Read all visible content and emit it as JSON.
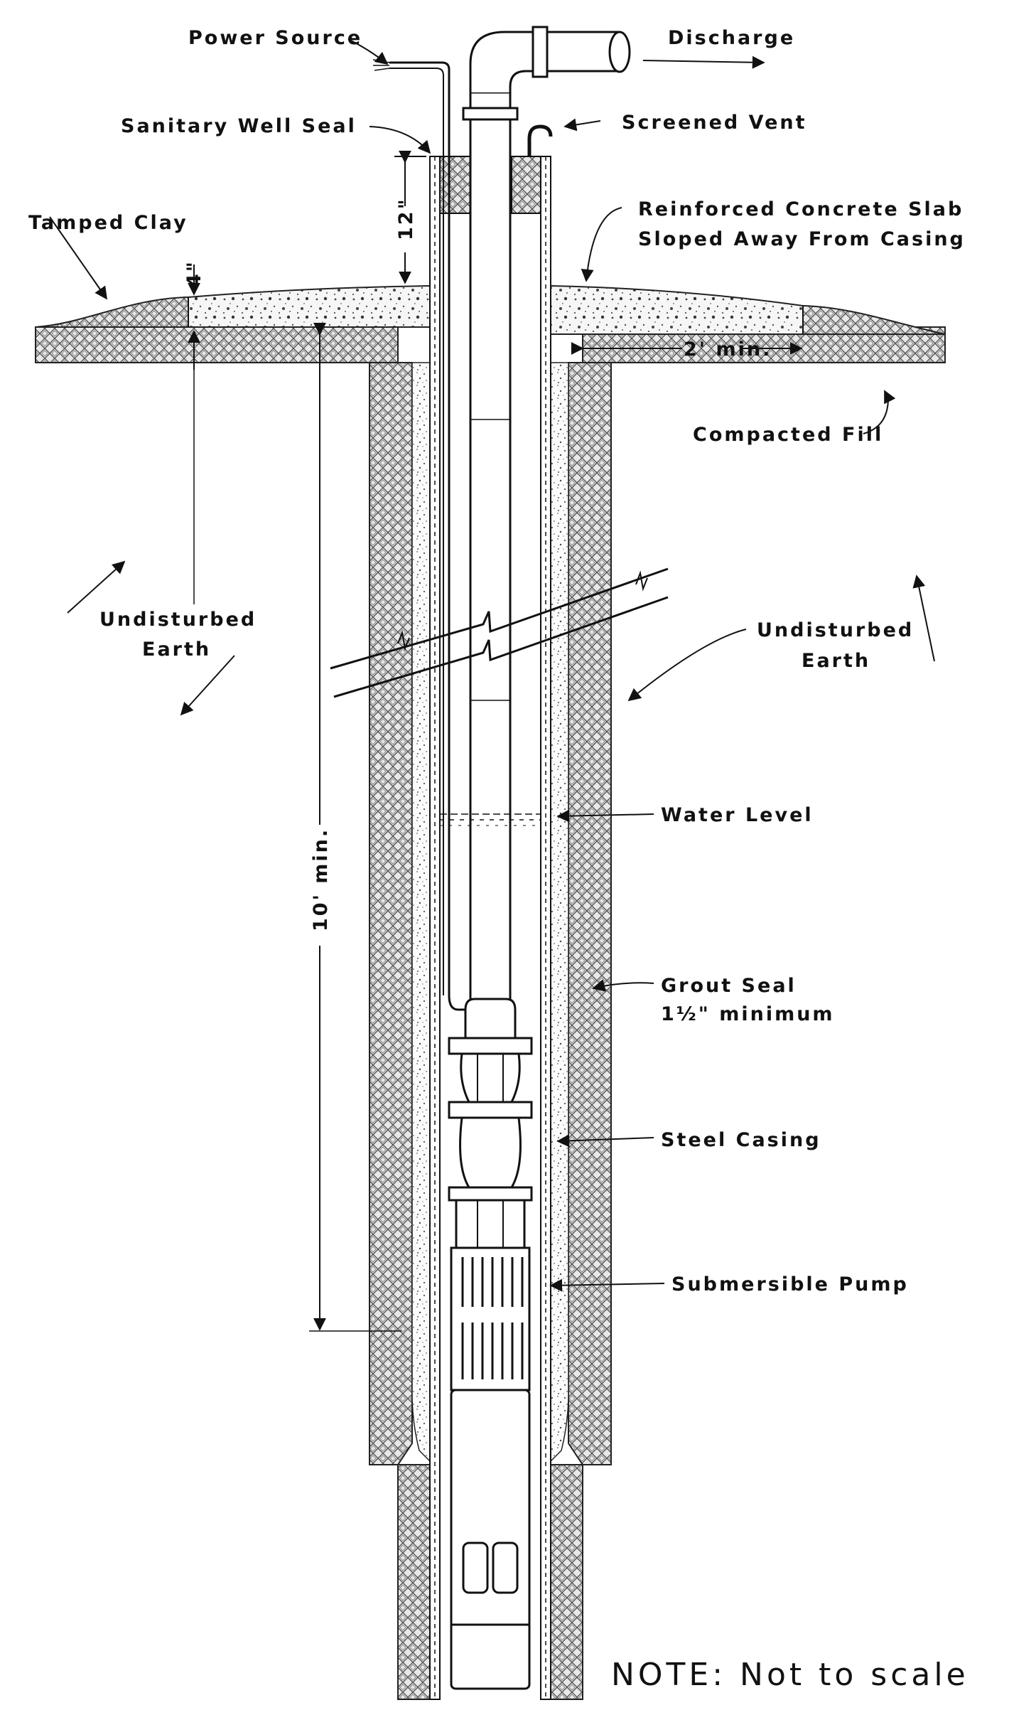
{
  "labels": {
    "power_source": "Power Source",
    "discharge": "Discharge",
    "sanitary_well_seal": "Sanitary Well Seal",
    "screened_vent": "Screened Vent",
    "tamped_clay": "Tamped Clay",
    "slab_line1": "Reinforced Concrete Slab",
    "slab_line2": "Sloped Away From Casing",
    "dim_12in": "12\"",
    "dim_4in": "4\"",
    "dim_2ft": "2' min.",
    "compacted_fill": "Compacted Fill",
    "undisturbed_left_1": "Undisturbed",
    "undisturbed_left_2": "Earth",
    "undisturbed_right_1": "Undisturbed",
    "undisturbed_right_2": "Earth",
    "dim_10ft": "10' min.",
    "water_level": "Water Level",
    "grout_line1": "Grout Seal",
    "grout_line2": "1½\" minimum",
    "steel_casing": "Steel Casing",
    "submersible_pump": "Submersible Pump",
    "note": "NOTE: Not to scale"
  },
  "colors": {
    "ink": "#111111",
    "paper": "#ffffff",
    "concrete": "#f2f2f2",
    "earth": "#d9d9d9"
  }
}
